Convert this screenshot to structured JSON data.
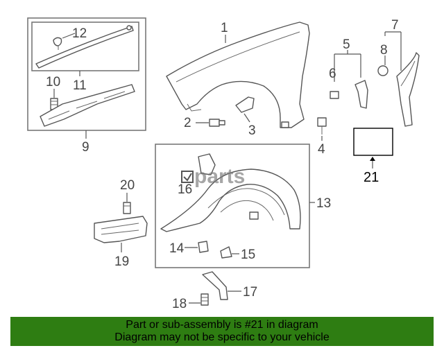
{
  "callouts": {
    "c1": "1",
    "c2": "2",
    "c3": "3",
    "c4": "4",
    "c5": "5",
    "c6": "6",
    "c7": "7",
    "c8": "8",
    "c9": "9",
    "c10": "10",
    "c11": "11",
    "c12": "12",
    "c13": "13",
    "c14": "14",
    "c15": "15",
    "c16": "16",
    "c17": "17",
    "c18": "18",
    "c19": "19",
    "c20": "20",
    "c21": "21"
  },
  "watermark": "parts",
  "banner": {
    "line1": "Part or sub-assembly is #21 in diagram",
    "line2": "Diagram may not be specific to your vehicle"
  },
  "colors": {
    "banner_bg": "#2e7d12",
    "line": "#555555"
  }
}
